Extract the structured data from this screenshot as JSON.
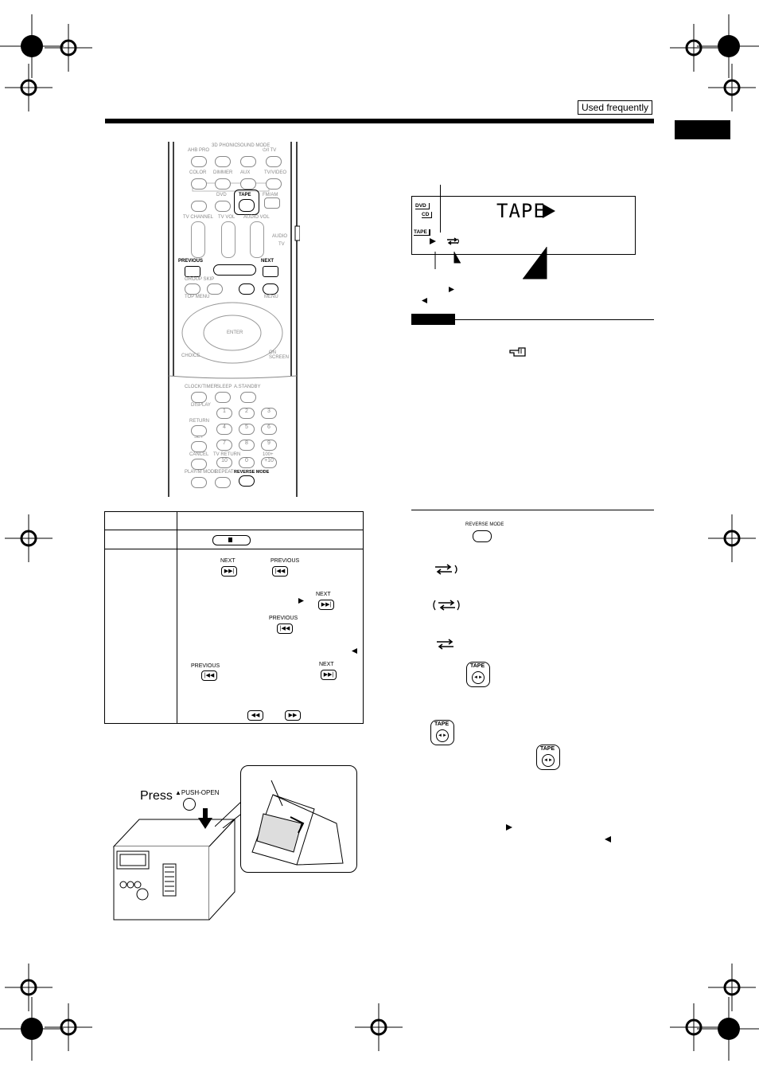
{
  "header": {
    "section_badge": "Used frequently"
  },
  "remote": {
    "labels": [
      "AHB PRO",
      "3D PHONIC",
      "SOUND MODE",
      "⏻/I TV",
      "COLOR",
      "DIMMER",
      "AUX",
      "TV/VIDEO",
      "DVD",
      "TAPE",
      "FM/AM",
      "TV CHANNEL",
      "TV VOL",
      "AUDIO VOL",
      "AUDIO",
      "TV",
      "PREVIOUS",
      "NEXT",
      "GROUP SKIP",
      "TOP MENU",
      "MENU",
      "ENTER",
      "CHOICE",
      "ON SCREEN",
      "CLOCK/TIMER",
      "SLEEP",
      "A.STANDBY",
      "DISPLAY",
      "RETURN",
      "SET",
      "CANCEL",
      "TV RETURN",
      "100+",
      "PLAY/M MODE",
      "REPEAT",
      "REVERSE MODE"
    ],
    "numbers": [
      "1",
      "2",
      "3",
      "4",
      "5",
      "6",
      "7",
      "8",
      "9",
      "10",
      "0",
      "+10"
    ]
  },
  "display": {
    "main_text": "TAPE",
    "source_labels": [
      "DVD",
      "CD",
      "TAPE"
    ]
  },
  "table": {
    "stop_icon": "stop-icon",
    "next_label": "NEXT",
    "previous_label": "PREVIOUS"
  },
  "steps": {
    "reverse_mode_label": "REVERSE MODE",
    "tape_label": "TAPE"
  },
  "illustration": {
    "press_text": "Press",
    "push_open_label": "▲PUSH-OPEN"
  }
}
